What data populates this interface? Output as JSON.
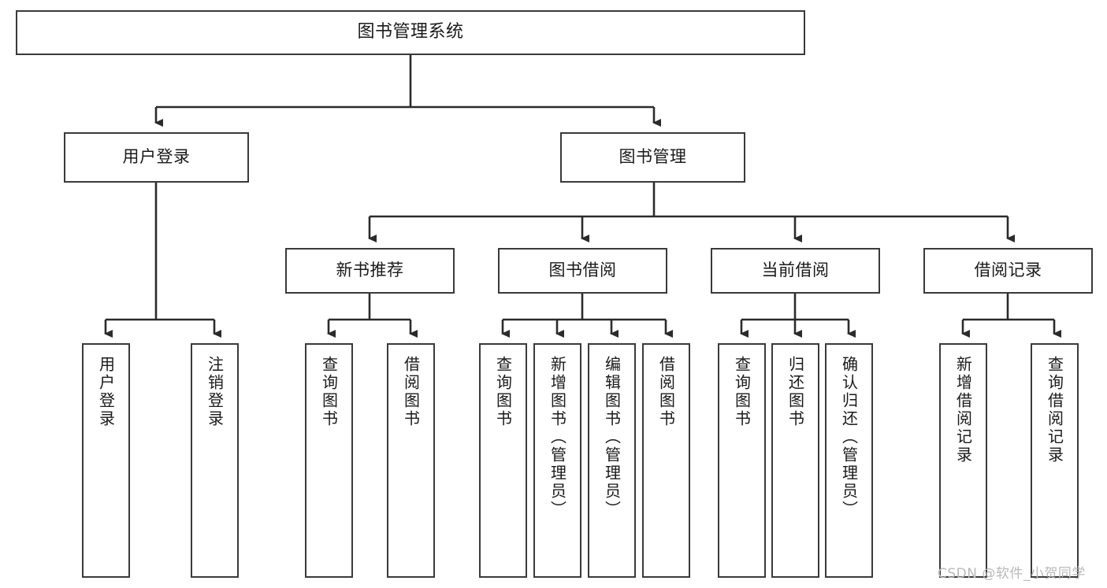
{
  "diagram": {
    "title": "图书管理系统",
    "type": "tree-hierarchy",
    "style": {
      "box_border_color": "#3a3a3a",
      "box_fill": "#ffffff",
      "edge_color": "#2b2b2b",
      "text_color": "#1a1a1a",
      "background": "#ffffff"
    },
    "nodes": {
      "root": {
        "label": "图书管理系统"
      },
      "level2": [
        {
          "id": "user-login",
          "label": "用户登录"
        },
        {
          "id": "book-manage",
          "label": "图书管理"
        }
      ],
      "level3": [
        {
          "id": "new-book-recommend",
          "label": "新书推荐"
        },
        {
          "id": "book-borrow",
          "label": "图书借阅"
        },
        {
          "id": "current-borrow",
          "label": "当前借阅"
        },
        {
          "id": "borrow-record",
          "label": "借阅记录"
        }
      ],
      "leaves": {
        "user-login": [
          {
            "id": "leaf-user-login",
            "label": "用户登录"
          },
          {
            "id": "leaf-logout-login",
            "label": "注销登录"
          }
        ],
        "new-book-recommend": [
          {
            "id": "leaf-query-book-1",
            "label": "查询图书"
          },
          {
            "id": "leaf-borrow-book-1",
            "label": "借阅图书"
          }
        ],
        "book-borrow": [
          {
            "id": "leaf-query-book-2",
            "label": "查询图书"
          },
          {
            "id": "leaf-add-book",
            "label": "新增图书（管理员）"
          },
          {
            "id": "leaf-edit-book",
            "label": "编辑图书（管理员）"
          },
          {
            "id": "leaf-borrow-book-2",
            "label": "借阅图书"
          }
        ],
        "current-borrow": [
          {
            "id": "leaf-query-book-3",
            "label": "查询图书"
          },
          {
            "id": "leaf-return-book",
            "label": "归还图书"
          },
          {
            "id": "leaf-confirm-return",
            "label": "确认归还（管理员）"
          }
        ],
        "borrow-record": [
          {
            "id": "leaf-add-record",
            "label": "新增借阅记录"
          },
          {
            "id": "leaf-query-record",
            "label": "查询借阅记录"
          }
        ]
      }
    }
  },
  "watermark": {
    "text": "CSDN @软件_小贺同学"
  }
}
